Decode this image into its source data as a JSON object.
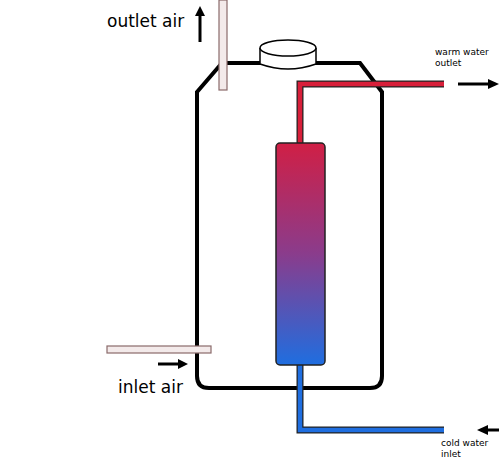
{
  "diagram": {
    "labels": [
      "outlet air",
      "inlet air",
      "warm water outlet",
      "cold water inlet"
    ]
  }
}
